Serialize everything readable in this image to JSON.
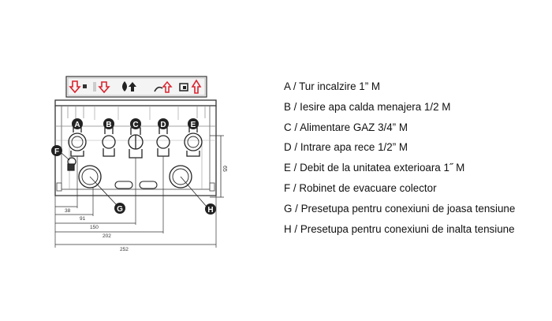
{
  "diagram": {
    "connectors": [
      {
        "letter": "A"
      },
      {
        "letter": "B"
      },
      {
        "letter": "C"
      },
      {
        "letter": "D"
      },
      {
        "letter": "E"
      },
      {
        "letter": "F"
      },
      {
        "letter": "G"
      },
      {
        "letter": "H"
      }
    ],
    "icon_strip": [
      {
        "icon": "arrow-down-hot-icon",
        "color": "#d9232e"
      },
      {
        "icon": "arrow-down-water-icon",
        "color": "#1a1a1a"
      },
      {
        "icon": "gas-flame-icon",
        "color": "#1a1a1a"
      },
      {
        "icon": "arrow-up-return-icon",
        "color": "#d9232e"
      },
      {
        "icon": "arrow-up-exterior-icon",
        "color": "#d9232e"
      }
    ],
    "dimensions": {
      "d1": "38",
      "d2": "91",
      "d3": "150",
      "d4": "202",
      "d5": "252",
      "vertical": "65"
    }
  },
  "legend": [
    "A / Tur incalzire  1”  M",
    "B / Iesire apa calda menajera  1/2  M",
    "C / Alimentare GAZ  3/4”  M",
    "D / Intrare apa rece  1/2”  M",
    "E / Debit de la unitatea exterioara  1˝  M",
    "F / Robinet de evacuare colector",
    "G / Presetupa pentru conexiuni de joasa tensiune",
    "H / Presetupa pentru conexiuni de inalta tensiune"
  ]
}
